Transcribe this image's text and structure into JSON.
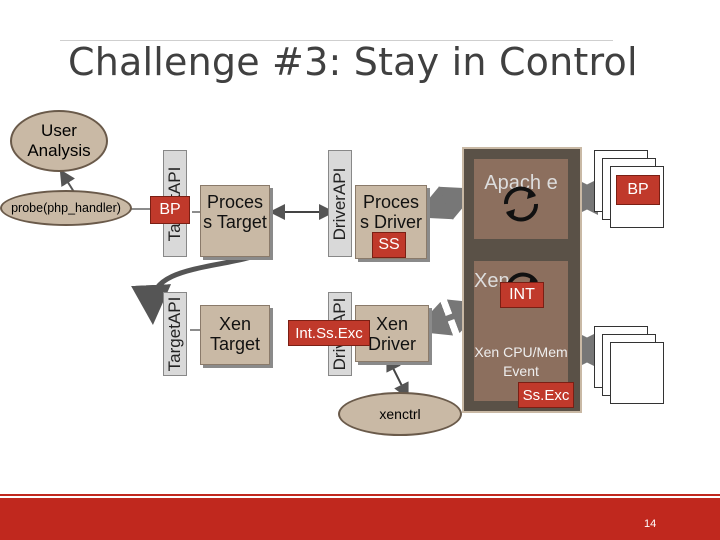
{
  "title": "Challenge #3: Stay in Control",
  "nodes": {
    "user_analysis": "User Analysis",
    "probe": "probe(php_handler)",
    "target_api_top": "TargetAPI",
    "target_api_bottom": "TargetAPI",
    "driver_api_top": "DriverAPI",
    "driver_api_bottom": "DriverAPI",
    "process_target": "Proces s Target",
    "process_driver": "Proces s Driver",
    "xen_target": "Xen Target",
    "xen_driver": "Xen Driver",
    "xenctrl": "xenctrl",
    "apache": "Apach e",
    "xen_panel": "Xen",
    "xen_cpu": "Xen CPU/Mem Event",
    "cpu_mem": "CPU/Mem",
    "event": "Event"
  },
  "badges": {
    "bp_left": "BP",
    "ss": "SS",
    "int_ss_exc_left": "Int.Ss.Exc",
    "int": "INT",
    "ss_exc_right": "Ss.Exc",
    "bp_right": "BP"
  },
  "page_number": "14",
  "colors": {
    "node_fill": "#c9b9a5",
    "badge_red": "#c0392b",
    "panel_dark": "#5a5147",
    "footer_red": "#c0281e"
  }
}
